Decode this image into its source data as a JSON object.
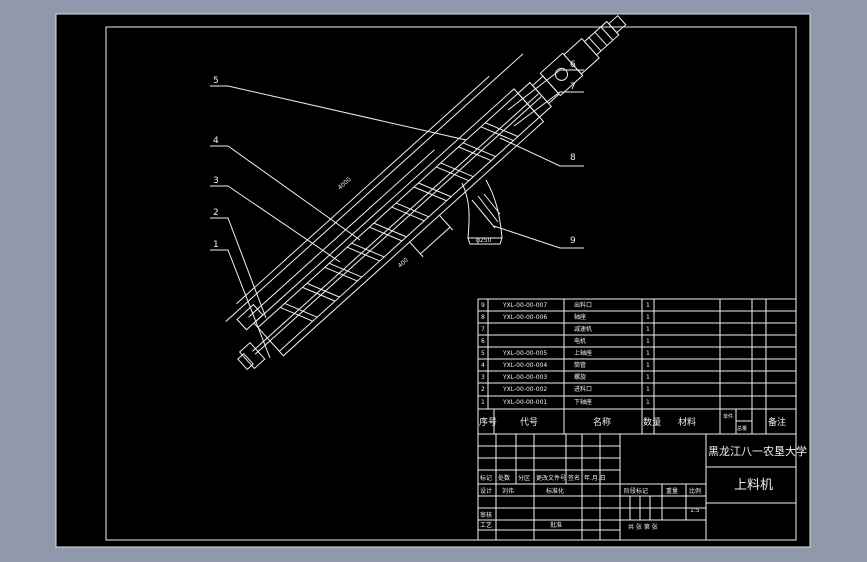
{
  "callouts": [
    "1",
    "2",
    "3",
    "4",
    "5",
    "6",
    "7",
    "8",
    "9"
  ],
  "dimensions": {
    "length": "4000",
    "width": "400",
    "outlet": "φ250"
  },
  "parts": [
    {
      "no": "9",
      "code": "YXL-00-00-007",
      "name": "出料口",
      "qty": "1"
    },
    {
      "no": "8",
      "code": "YXL-00-00-006",
      "name": "轴座",
      "qty": "1"
    },
    {
      "no": "7",
      "code": "",
      "name": "减速机",
      "qty": "1"
    },
    {
      "no": "6",
      "code": "",
      "name": "电机",
      "qty": "1"
    },
    {
      "no": "5",
      "code": "YXL-00-00-005",
      "name": "上轴座",
      "qty": "1"
    },
    {
      "no": "4",
      "code": "YXL-00-00-004",
      "name": "筒管",
      "qty": "1"
    },
    {
      "no": "3",
      "code": "YXL-00-00-003",
      "name": "螺旋",
      "qty": "1"
    },
    {
      "no": "2",
      "code": "YXL-00-00-002",
      "name": "进料口",
      "qty": "1"
    },
    {
      "no": "1",
      "code": "YXL-00-00-001",
      "name": "下轴座",
      "qty": "1"
    }
  ],
  "table_header": {
    "no": "序号",
    "code": "代号",
    "name": "名称",
    "qty": "数量",
    "material": "材料",
    "unit_weight": "单件",
    "total_weight": "总量",
    "remark": "备注"
  },
  "title_block": {
    "school": "黑龙江八一农垦大学",
    "drawing_title": "上料机",
    "mark": "标记",
    "count": "处数",
    "zone": "分区",
    "change_doc": "更改文件号",
    "signature": "签名",
    "date": "年.月.日",
    "design": "设计",
    "designer": "刘伟",
    "standardize": "标准化",
    "stage_mark": "阶段标记",
    "weight": "重量",
    "scale": "比例",
    "scale_value": "1:5",
    "review": "审核",
    "process": "工艺",
    "approve": "批准",
    "sheets": "共 张 第 张"
  }
}
